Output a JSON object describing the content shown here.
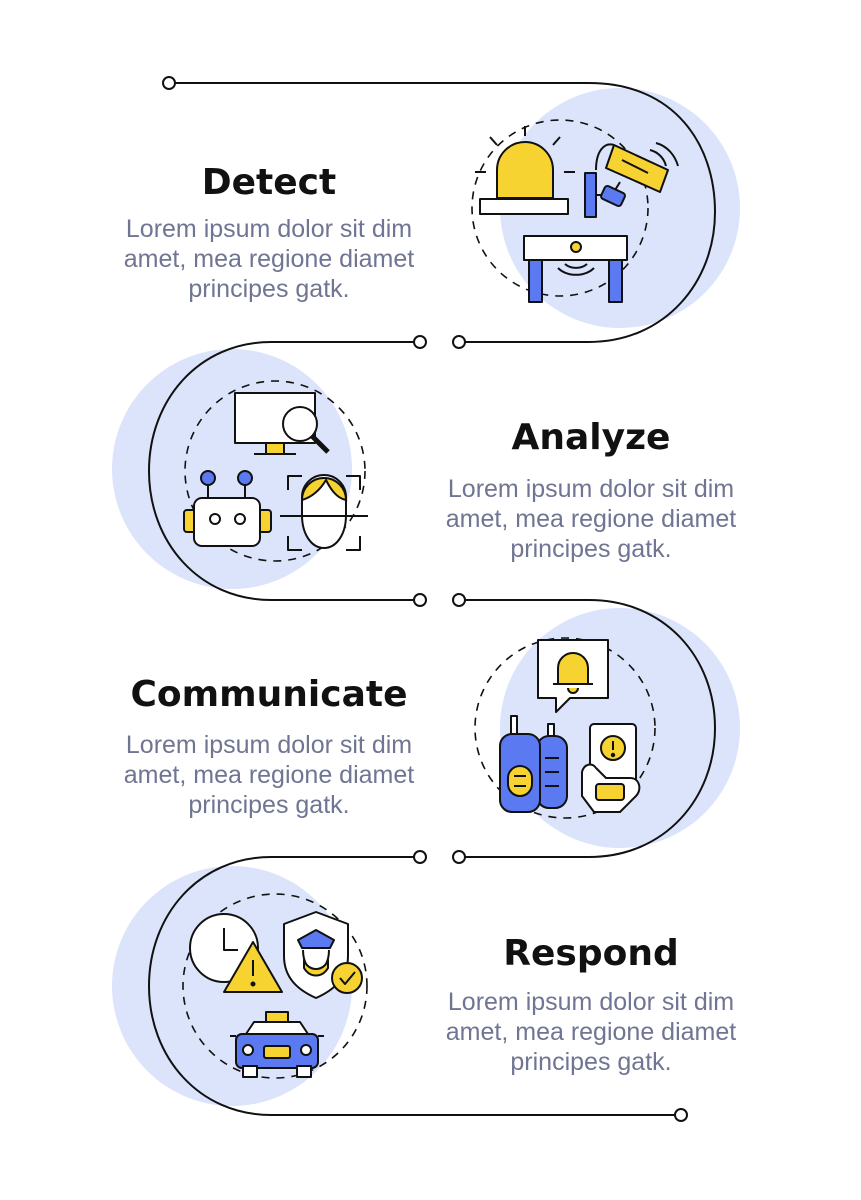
{
  "colors": {
    "line": "#111111",
    "accent_blue": "#dbe4fb",
    "icon_blue": "#5b79f0",
    "icon_yellow": "#f7d332",
    "title_text": "#111111",
    "body_text": "#6f7592"
  },
  "steps": [
    {
      "title": "Detect",
      "body_lines": [
        "Lorem ipsum dolor sit dim",
        "amet, mea regione diamet",
        "principes gatk."
      ],
      "icons": [
        "siren-icon",
        "security-camera-icon",
        "metal-detector-gate-icon"
      ]
    },
    {
      "title": "Analyze",
      "body_lines": [
        "Lorem ipsum dolor sit dim",
        "amet, mea regione diamet",
        "principes gatk."
      ],
      "icons": [
        "monitor-search-icon",
        "robot-icon",
        "face-recognition-icon"
      ]
    },
    {
      "title": "Communicate",
      "body_lines": [
        "Lorem ipsum dolor sit dim",
        "amet, mea regione diamet",
        "principes gatk."
      ],
      "icons": [
        "bell-notification-icon",
        "walkie-talkie-icon",
        "phone-alert-icon"
      ]
    },
    {
      "title": "Respond",
      "body_lines": [
        "Lorem ipsum dolor sit dim",
        "amet, mea regione diamet",
        "principes gatk."
      ],
      "icons": [
        "clock-warning-icon",
        "police-shield-icon",
        "police-car-icon"
      ]
    }
  ]
}
